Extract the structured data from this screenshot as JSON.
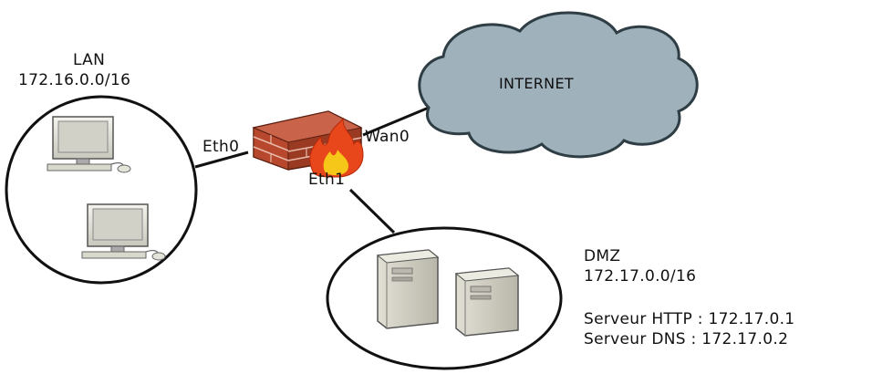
{
  "lan": {
    "name": "LAN",
    "subnet": "172.16.0.0/16"
  },
  "internet": {
    "label": "INTERNET"
  },
  "firewall": {
    "interfaces": {
      "lan": "Eth0",
      "wan": "Wan0",
      "dmz": "Eth1"
    }
  },
  "dmz": {
    "name": "DMZ",
    "subnet": "172.17.0.0/16",
    "servers": [
      "Serveur HTTP : 172.17.0.1",
      "Serveur DNS : 172.17.0.2"
    ]
  },
  "colors": {
    "cloud_fill": "#9fb1ba",
    "cloud_stroke": "#2f3d44",
    "brick": "#b7472d",
    "flame_outer": "#e8471b",
    "flame_inner": "#f6c619",
    "server_fill": "#d6d4c6"
  }
}
